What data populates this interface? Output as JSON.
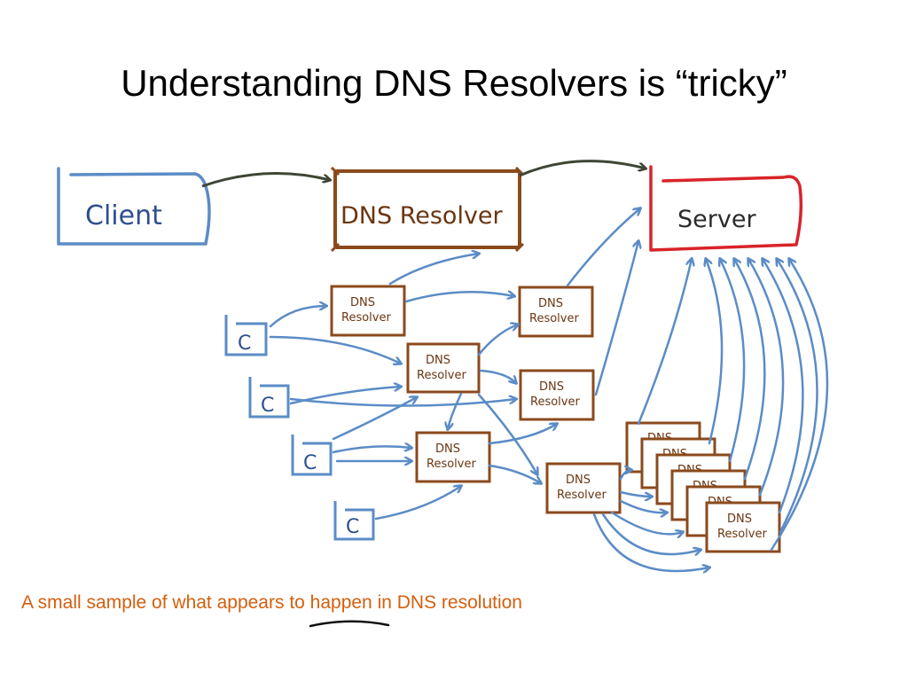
{
  "slide": {
    "title": "Understanding DNS Resolvers is “tricky”",
    "caption": "A small sample of what appears to happen in DNS resolution"
  },
  "diagram": {
    "main": {
      "client": "Client",
      "resolver": "DNS Resolver",
      "server": "Server"
    },
    "small_client_label": "C",
    "small_resolver_line1": "DNS",
    "small_resolver_line2": "Resolver",
    "colors": {
      "client": "#5b8cc6",
      "resolver": "#8b4a1c",
      "server": "#d9232a",
      "main_arrow": "#3e4636",
      "arrow": "#5b8cc6",
      "caption": "#d45f0e"
    }
  }
}
